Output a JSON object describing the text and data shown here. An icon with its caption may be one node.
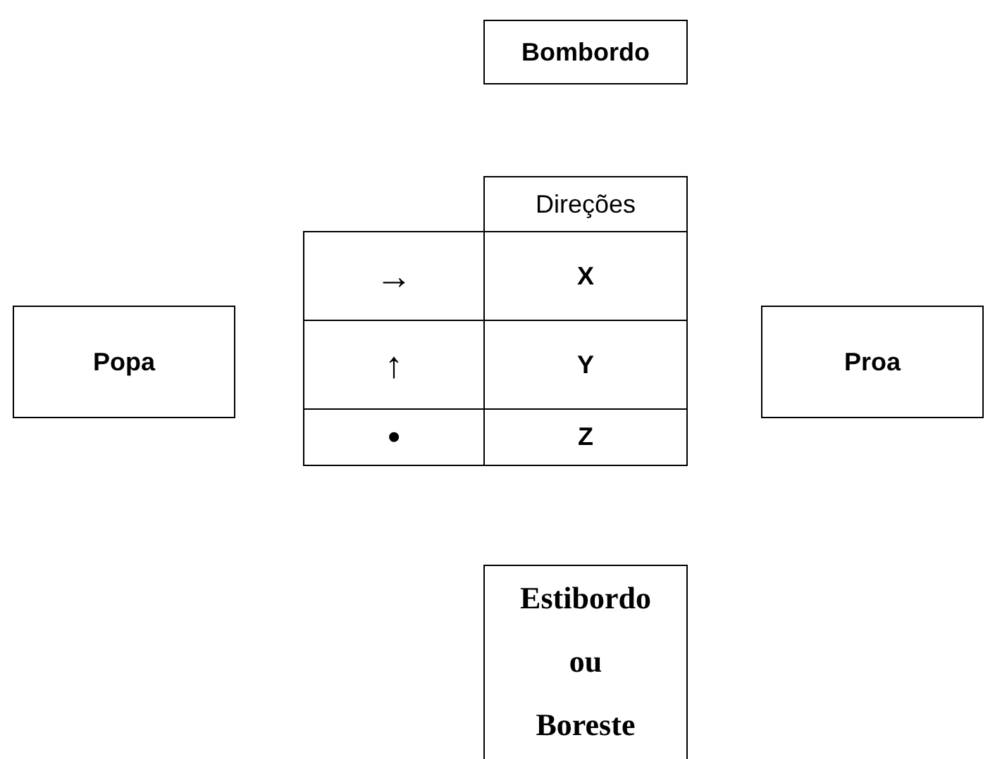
{
  "diagram": {
    "nodes": [
      {
        "text": [
          "Bombordo"
        ]
      },
      {
        "text": [
          "Popa"
        ]
      },
      {
        "text": [
          "Proa"
        ]
      },
      {
        "text": [
          "Estibordo ou Boreste"
        ]
      }
    ],
    "labels": [
      "Direções",
      "→",
      "X",
      "↑",
      "Y",
      "•",
      "Z"
    ]
  }
}
